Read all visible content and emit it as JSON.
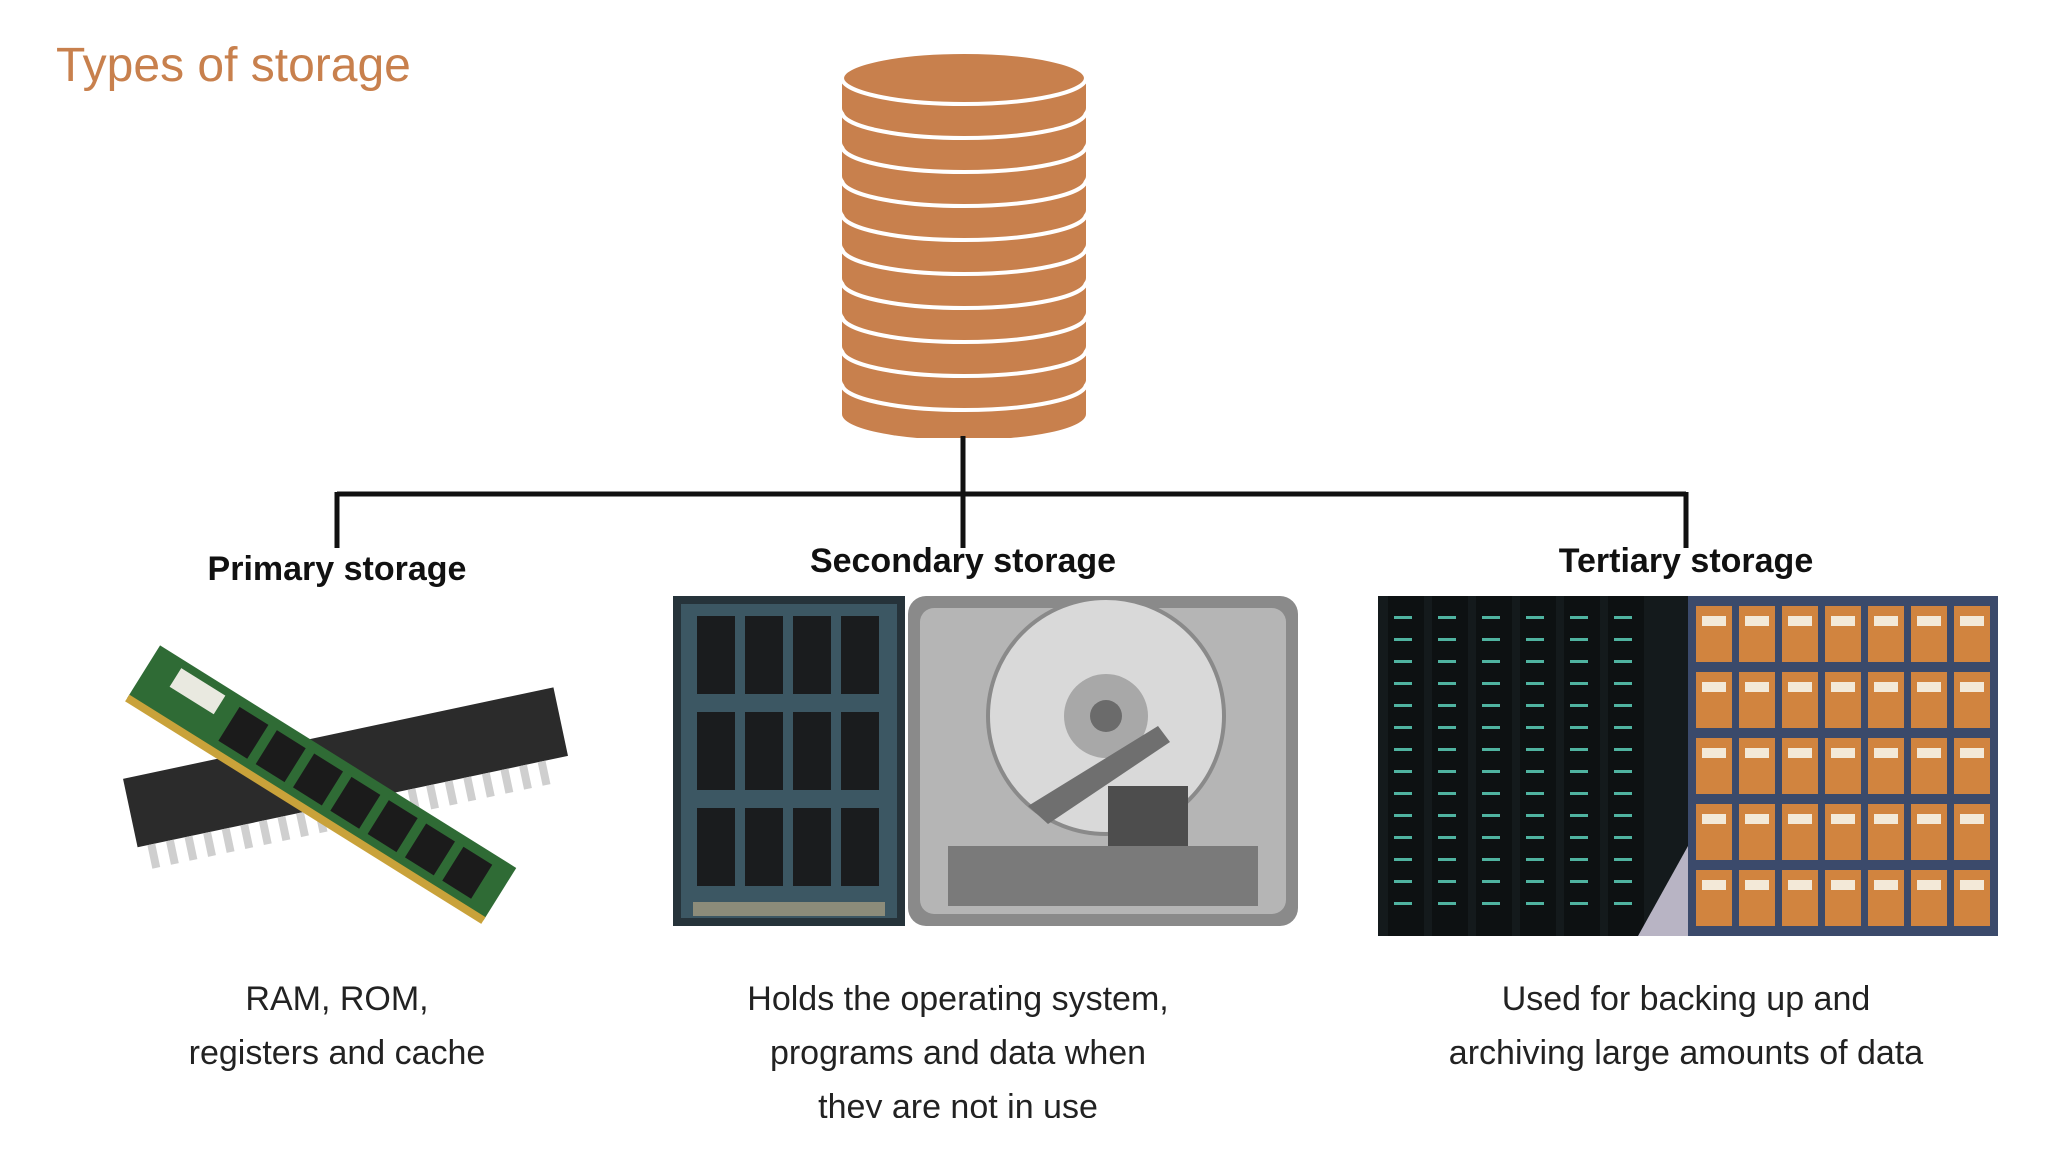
{
  "title": "Types of storage",
  "icons": {
    "root": "database-icon",
    "primary": "ram-chip-icon",
    "secondary_a": "ssd-icon",
    "secondary_b": "hard-disk-icon",
    "tertiary": "data-centre-archive-icon"
  },
  "colors": {
    "accent": "#c8804d",
    "connector": "#111111"
  },
  "categories": [
    {
      "heading": "Primary storage",
      "lines": [
        "RAM, ROM,",
        "registers and cache"
      ]
    },
    {
      "heading": "Secondary storage",
      "lines": [
        "Holds the operating system,",
        "programs and data when",
        "they are not in use"
      ]
    },
    {
      "heading": "Tertiary storage",
      "lines": [
        "Used for backing up and",
        "archiving large amounts of data"
      ]
    }
  ]
}
